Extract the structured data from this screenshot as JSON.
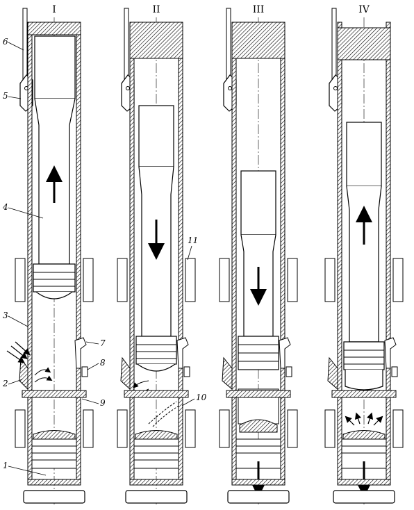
{
  "stages": [
    {
      "roman": "I",
      "piston": "up",
      "phase": "upper"
    },
    {
      "roman": "II",
      "piston": "down",
      "phase": "mid"
    },
    {
      "roman": "III",
      "piston": "down",
      "phase": "low"
    },
    {
      "roman": "IV",
      "piston": "up",
      "phase": "low"
    }
  ],
  "callouts": [
    "1",
    "2",
    "3",
    "4",
    "5",
    "6",
    "7",
    "8",
    "9",
    "10",
    "11"
  ],
  "colors": {
    "line": "#000000",
    "background": "#ffffff"
  }
}
